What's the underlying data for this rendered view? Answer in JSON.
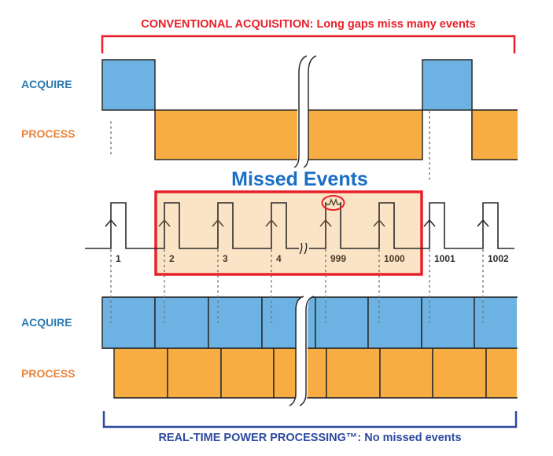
{
  "conventional": {
    "title": "CONVENTIONAL ACQUISITION: Long gaps miss many events",
    "color": "#e8202a",
    "rows": {
      "acquire": "ACQUIRE",
      "process": "PROCESS"
    }
  },
  "missed": {
    "title": "Missed Events",
    "title_color": "#1a6fc4",
    "box_color": "#e8202a",
    "box_fill": "#fbe3c6"
  },
  "triggers": {
    "labels": [
      "1",
      "2",
      "3",
      "4",
      "999",
      "1000",
      "1001",
      "1002"
    ],
    "missed_labels": [
      "2",
      "3",
      "4",
      "999",
      "1000"
    ],
    "glitch_event": "999"
  },
  "realtime": {
    "title": "REAL-TIME POWER PROCESSING™: No missed events",
    "color": "#2e4a9e",
    "rows": {
      "acquire": "ACQUIRE",
      "process": "PROCESS"
    }
  },
  "colors": {
    "acquire_fill": "#6cb2e2",
    "process_fill": "#f8ad42",
    "acquire_label": "#2a7ab0",
    "process_label": "#e8843a",
    "outline": "#2b2b2b"
  }
}
